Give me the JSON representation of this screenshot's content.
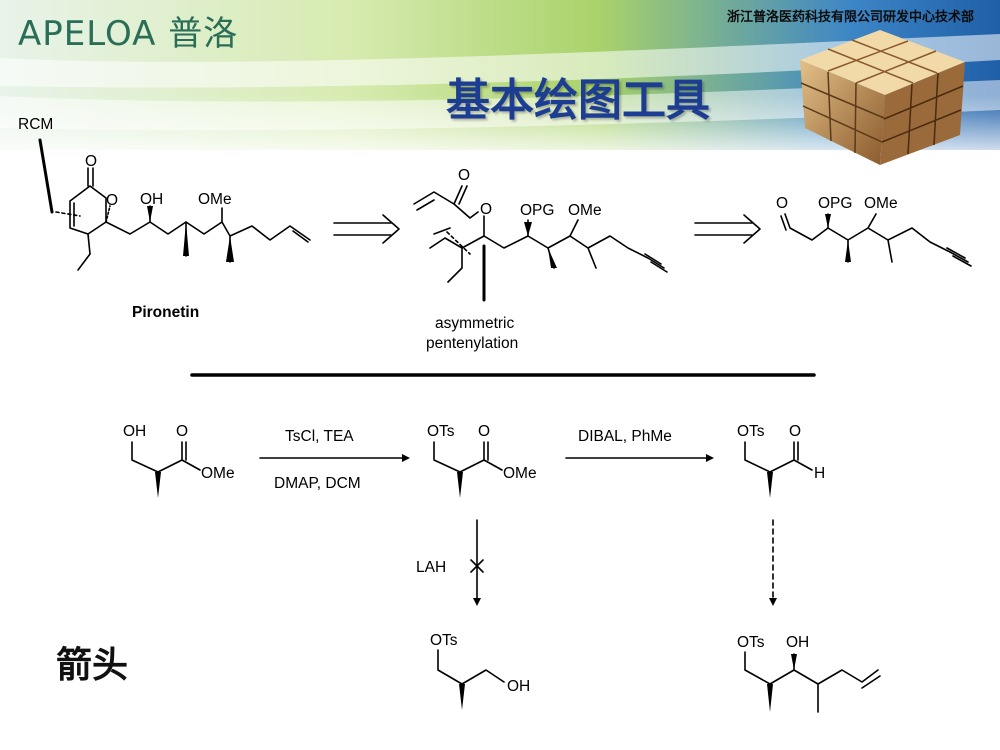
{
  "header": {
    "logo": "APELOA 普洛",
    "company": "浙江普洛医药科技有限公司研发中心技术部",
    "title": "基本绘图工具"
  },
  "retrosynthesis": {
    "rcm_label": "RCM",
    "pironetin_label": "Pironetin",
    "annotation_line1": "asymmetric",
    "annotation_line2": "pentenylation",
    "groups": {
      "o": "O",
      "oh": "OH",
      "ome": "OMe",
      "opg": "OPG"
    }
  },
  "scheme": {
    "reagents_top_1": "TsCl, TEA",
    "reagents_bottom_1": "DMAP, DCM",
    "reagents_top_2": "DIBAL, PhMe",
    "lah_label": "LAH",
    "groups": {
      "oh": "OH",
      "o": "O",
      "ome": "OMe",
      "ots": "OTs",
      "h": "H"
    }
  },
  "section_heading": "箭头",
  "colors": {
    "title": "#1c3d92",
    "logo": "#2a6e57",
    "header_green": "#8cc63f",
    "header_blue": "#2b6fb5"
  }
}
